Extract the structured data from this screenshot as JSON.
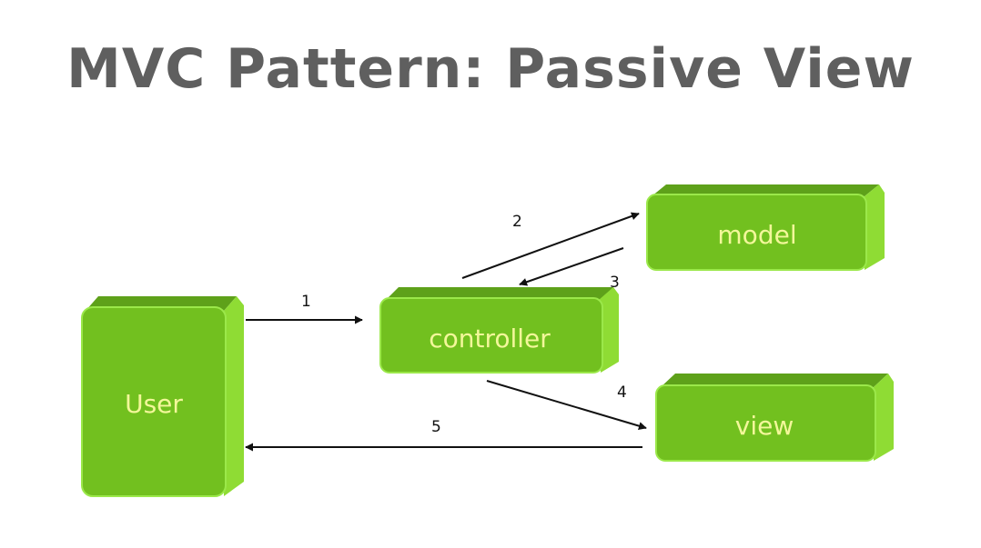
{
  "title": "MVC Pattern: Passive View",
  "colors": {
    "title": "#5f5f5f",
    "box_front": "#72c01f",
    "box_top": "#5ea11a",
    "box_side": "#8fdc34",
    "box_border": "#9be84a",
    "box_text": "#f3f79a",
    "arrow": "#111111"
  },
  "nodes": {
    "user": "User",
    "controller": "controller",
    "model": "model",
    "view": "view"
  },
  "steps": {
    "s1": "1",
    "s2": "2",
    "s3": "3",
    "s4": "4",
    "s5": "5"
  }
}
